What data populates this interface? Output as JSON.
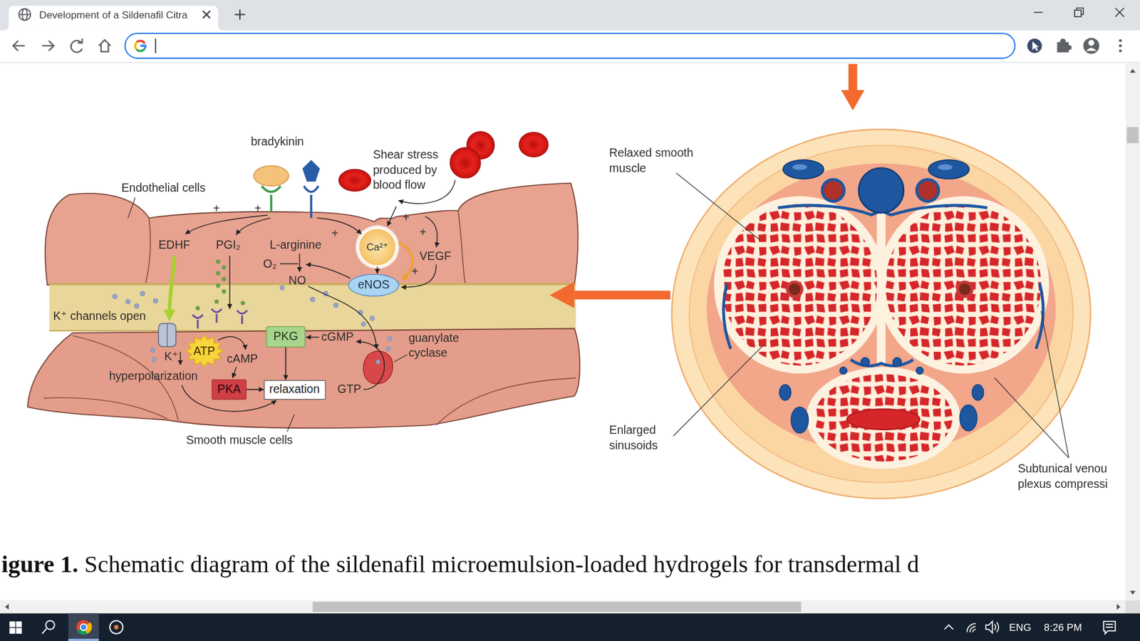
{
  "diagram": {
    "caption": "igure 1. Schematic diagram of the sildenafil microemulsion-loaded hydrogels for transdermal d",
    "nodes": [
      {
        "text": [
          "Ca²⁺"
        ]
      },
      {
        "text": [
          "eNOS"
        ]
      },
      {
        "text": [
          "PKG"
        ]
      },
      {
        "text": [
          "ATP"
        ]
      },
      {
        "text": [
          "PKA"
        ]
      },
      {
        "text": [
          "relaxation"
        ]
      }
    ],
    "edges": [
      {
        "from": 0,
        "to": 1,
        "arrow": "to"
      },
      {
        "from": 2,
        "to": 5,
        "arrow": "to"
      },
      {
        "from": 4,
        "to": 5,
        "arrow": "to"
      }
    ],
    "labels": [
      "Development of a Sildenafil Citra",
      "bradykinin",
      "Shear stress produced by blood flow",
      "Endothelial cells",
      "+",
      "+",
      "+",
      "+",
      "+",
      "EDHF",
      "PGI₂",
      "L-arginine",
      "VEGF",
      "O₂",
      "NO",
      "+",
      "K⁺ channels open",
      "cGMP",
      "guanylate cyclase",
      "cAMP",
      "K⁺",
      "hyperpolarization",
      "GTP",
      "Smooth muscle cells",
      "Relaxed smooth muscle",
      "Enlarged sinusoids",
      "Subtunical venou plexus compressi",
      "ENG",
      "8:26 PM"
    ]
  }
}
